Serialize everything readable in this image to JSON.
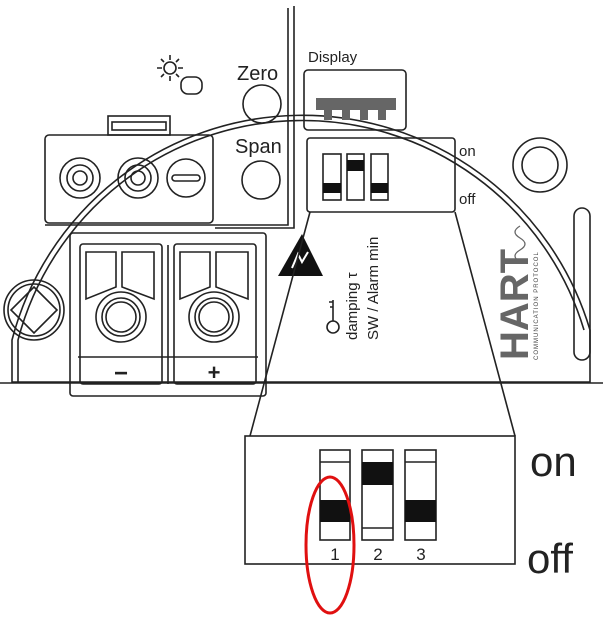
{
  "labels": {
    "zero": "Zero",
    "span": "Span",
    "display": "Display",
    "on_small": "on",
    "off_small": "off",
    "damping": "damping τ",
    "sw_alarm": "SW / Alarm min",
    "minus": "−",
    "plus": "+",
    "hart": "HART",
    "hart_sub": "COMMUNICATION PROTOCOL",
    "on_large": "on",
    "off_large": "off",
    "switch_numbers": [
      "1",
      "2",
      "3"
    ]
  },
  "dip_switches": [
    {
      "number": "1",
      "state": "off",
      "highlighted": true
    },
    {
      "number": "2",
      "state": "on",
      "highlighted": false
    },
    {
      "number": "3",
      "state": "off",
      "highlighted": false
    }
  ],
  "colors": {
    "highlight": "#e01010",
    "line": "#222222",
    "hart_gray": "#666666"
  }
}
